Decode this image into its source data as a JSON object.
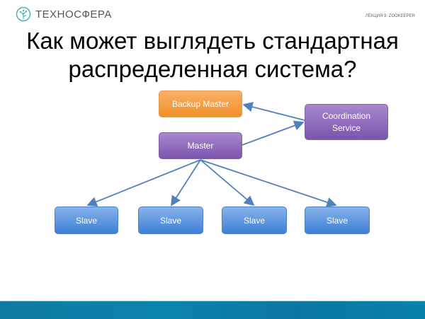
{
  "header": {
    "brand": "ТЕХНОСФЕРА",
    "lecture": "ЛЕКЦИЯ 9: ZOOKEEPER"
  },
  "title": "Как может выглядеть стандартная распределенная система?",
  "diagram": {
    "backup_master": "Backup Master",
    "master": "Master",
    "coordination": "Coordination Service",
    "slaves": [
      "Slave",
      "Slave",
      "Slave",
      "Slave"
    ]
  },
  "colors": {
    "orange": "#f59d3f",
    "purple": "#8b66bd",
    "blue": "#5a93dd",
    "arrow": "#4f81bd",
    "footer": "#0b7fa8"
  }
}
